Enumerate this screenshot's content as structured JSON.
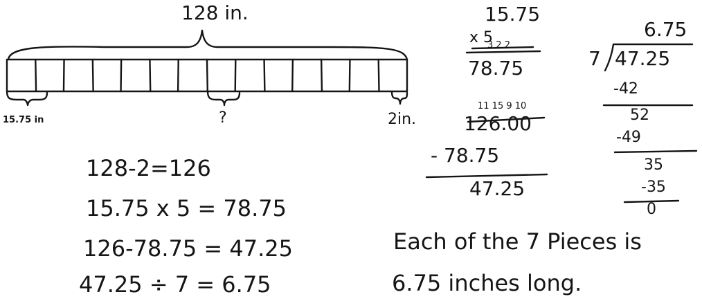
{
  "tape_diagram": {
    "total_label": "128 in.",
    "first_piece_label": "15.75 in",
    "unknown_label": "?",
    "remainder_label": "2in.",
    "segment_count": 14
  },
  "equations": [
    "128-2=126",
    "15.75 x 5 = 78.75",
    "126-78.75 = 47.25",
    "47.25 ÷ 7 = 6.75"
  ],
  "multiplication": {
    "multiplicand": "15.75",
    "multiplier": "x 5",
    "carries": "3 2 2",
    "product": "78.75"
  },
  "subtraction": {
    "borrows": "11 15 9 10",
    "minuend": "126.00",
    "subtrahend": "- 78.75",
    "difference": "47.25"
  },
  "long_division": {
    "quotient": "6.75",
    "divisor": "7",
    "dividend": "47.25",
    "steps": [
      "-42",
      "52",
      "-49",
      "35",
      "-35",
      "0"
    ]
  },
  "answer": {
    "line1": "Each of the 7 Pieces is",
    "line2": "6.75 inches long."
  }
}
